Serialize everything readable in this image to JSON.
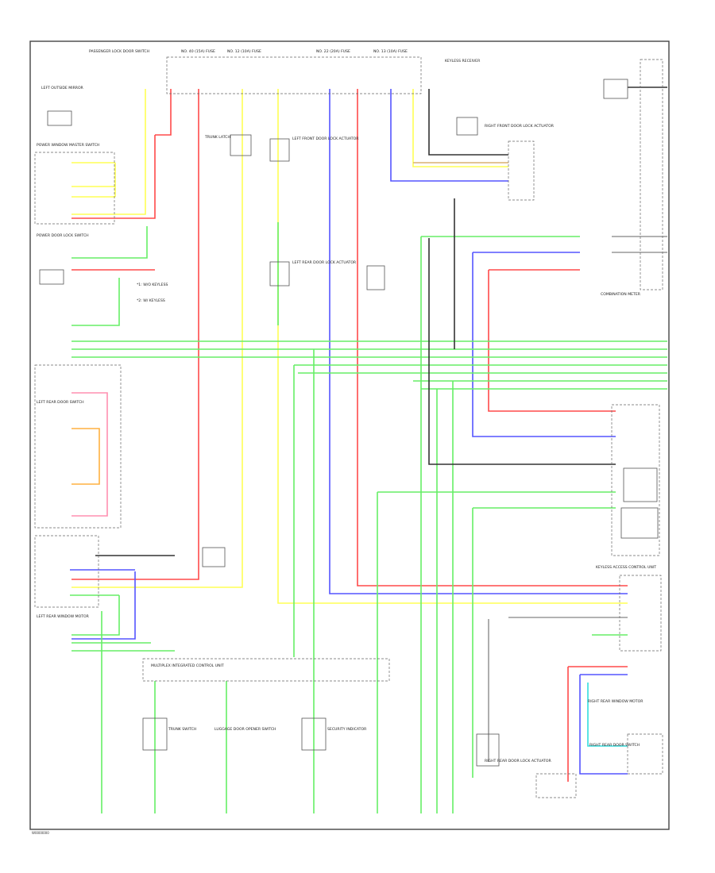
{
  "diagram": {
    "footer_code": "W0000000",
    "wire_colors": {
      "yellow": "#ffff55",
      "red": "#ff4a4a",
      "green": "#66ee66",
      "blue": "#5555ff",
      "pink": "#ff8fb0",
      "orange": "#ffb040",
      "cyan": "#33dddd",
      "black": "#333333",
      "gray": "#999999",
      "tan": "#d8b070"
    },
    "components": [
      {
        "id": "passenger-lock-switch",
        "label": "PASSENGER LOCK DOOR SWITCH"
      },
      {
        "id": "left-mirror",
        "label": "LEFT OUTSIDE MIRROR"
      },
      {
        "id": "fuse-40a",
        "label": "NO. 40 (15A) FUSE"
      },
      {
        "id": "fuse-12",
        "label": "NO. 12 (10A) FUSE"
      },
      {
        "id": "fuse-22",
        "label": "NO. 22 (20A) FUSE"
      },
      {
        "id": "fuse-13",
        "label": "NO. 13 (10A) FUSE"
      },
      {
        "id": "power-window-switch",
        "label": "POWER WINDOW MASTER SWITCH"
      },
      {
        "id": "trunk-latch",
        "label": "TRUNK LATCH"
      },
      {
        "id": "left-front-door-lock",
        "label": "LEFT FRONT DOOR LOCK ACTUATOR"
      },
      {
        "id": "power-door-lock-switch",
        "label": "POWER DOOR LOCK SWITCH"
      },
      {
        "id": "keyless-receiver",
        "label": "KEYLESS RECEIVER"
      },
      {
        "id": "combination-meter",
        "label": "COMBINATION METER"
      },
      {
        "id": "left-rear-door-lock",
        "label": "LEFT REAR DOOR LOCK ACTUATOR"
      },
      {
        "id": "left-rear-door-switch",
        "label": "LEFT REAR DOOR SWITCH"
      },
      {
        "id": "mics",
        "label": "MULTIPLEX INTEGRATED CONTROL UNIT"
      },
      {
        "id": "keyless-ecu",
        "label": "KEYLESS ACCESS CONTROL UNIT"
      },
      {
        "id": "left-rear-window-motor",
        "label": "LEFT REAR WINDOW MOTOR"
      },
      {
        "id": "right-front-door-lock",
        "label": "RIGHT FRONT DOOR LOCK ACTUATOR"
      },
      {
        "id": "right-rear-window-motor",
        "label": "RIGHT REAR WINDOW MOTOR"
      },
      {
        "id": "right-rear-door-lock",
        "label": "RIGHT REAR DOOR LOCK ACTUATOR"
      },
      {
        "id": "trunk-switch",
        "label": "TRUNK SWITCH"
      },
      {
        "id": "luggage-door-opener",
        "label": "LUGGAGE DOOR OPENER SWITCH"
      },
      {
        "id": "security-indicator",
        "label": "SECURITY INDICATOR"
      },
      {
        "id": "rear-door-switch",
        "label": "RIGHT REAR DOOR SWITCH"
      }
    ],
    "notes": [
      {
        "id": "note-1",
        "label": "*1: W/O KEYLESS"
      },
      {
        "id": "note-2",
        "label": "*2: W/ KEYLESS"
      }
    ]
  }
}
